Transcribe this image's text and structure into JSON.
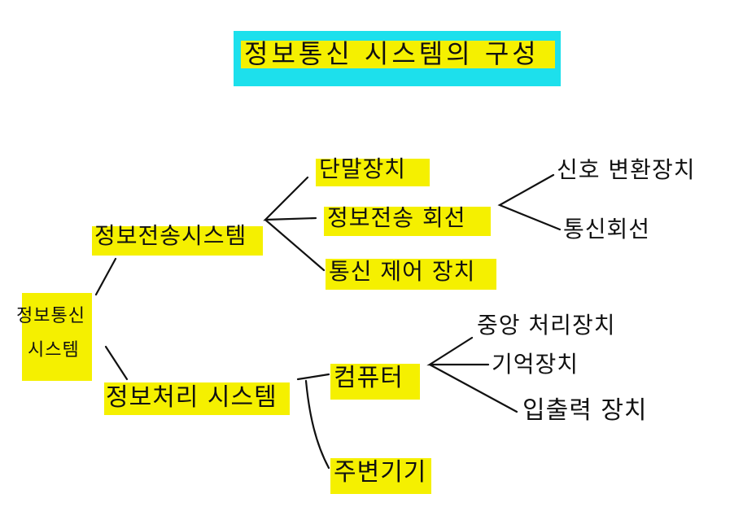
{
  "colors": {
    "highlight_yellow": "#f5f000",
    "highlight_cyan": "#1de0ec",
    "ink": "#111111",
    "background": "#ffffff"
  },
  "diagram": {
    "title": "정보통신 시스템의 구성",
    "root": {
      "label_line1": "정보통신",
      "label_line2": "시스템"
    },
    "transmission": {
      "label": "정보전송시스템",
      "terminal": "단말장치",
      "line": "정보전송 회선",
      "signal_converter": "신호 변환장치",
      "comm_line": "통신회선",
      "control": "통신 제어 장치"
    },
    "processing": {
      "label": "정보처리 시스템",
      "computer": "컴퓨터",
      "cpu": "중앙 처리장치",
      "memory": "기억장치",
      "io": "입출력 장치",
      "peripheral": "주변기기"
    }
  }
}
